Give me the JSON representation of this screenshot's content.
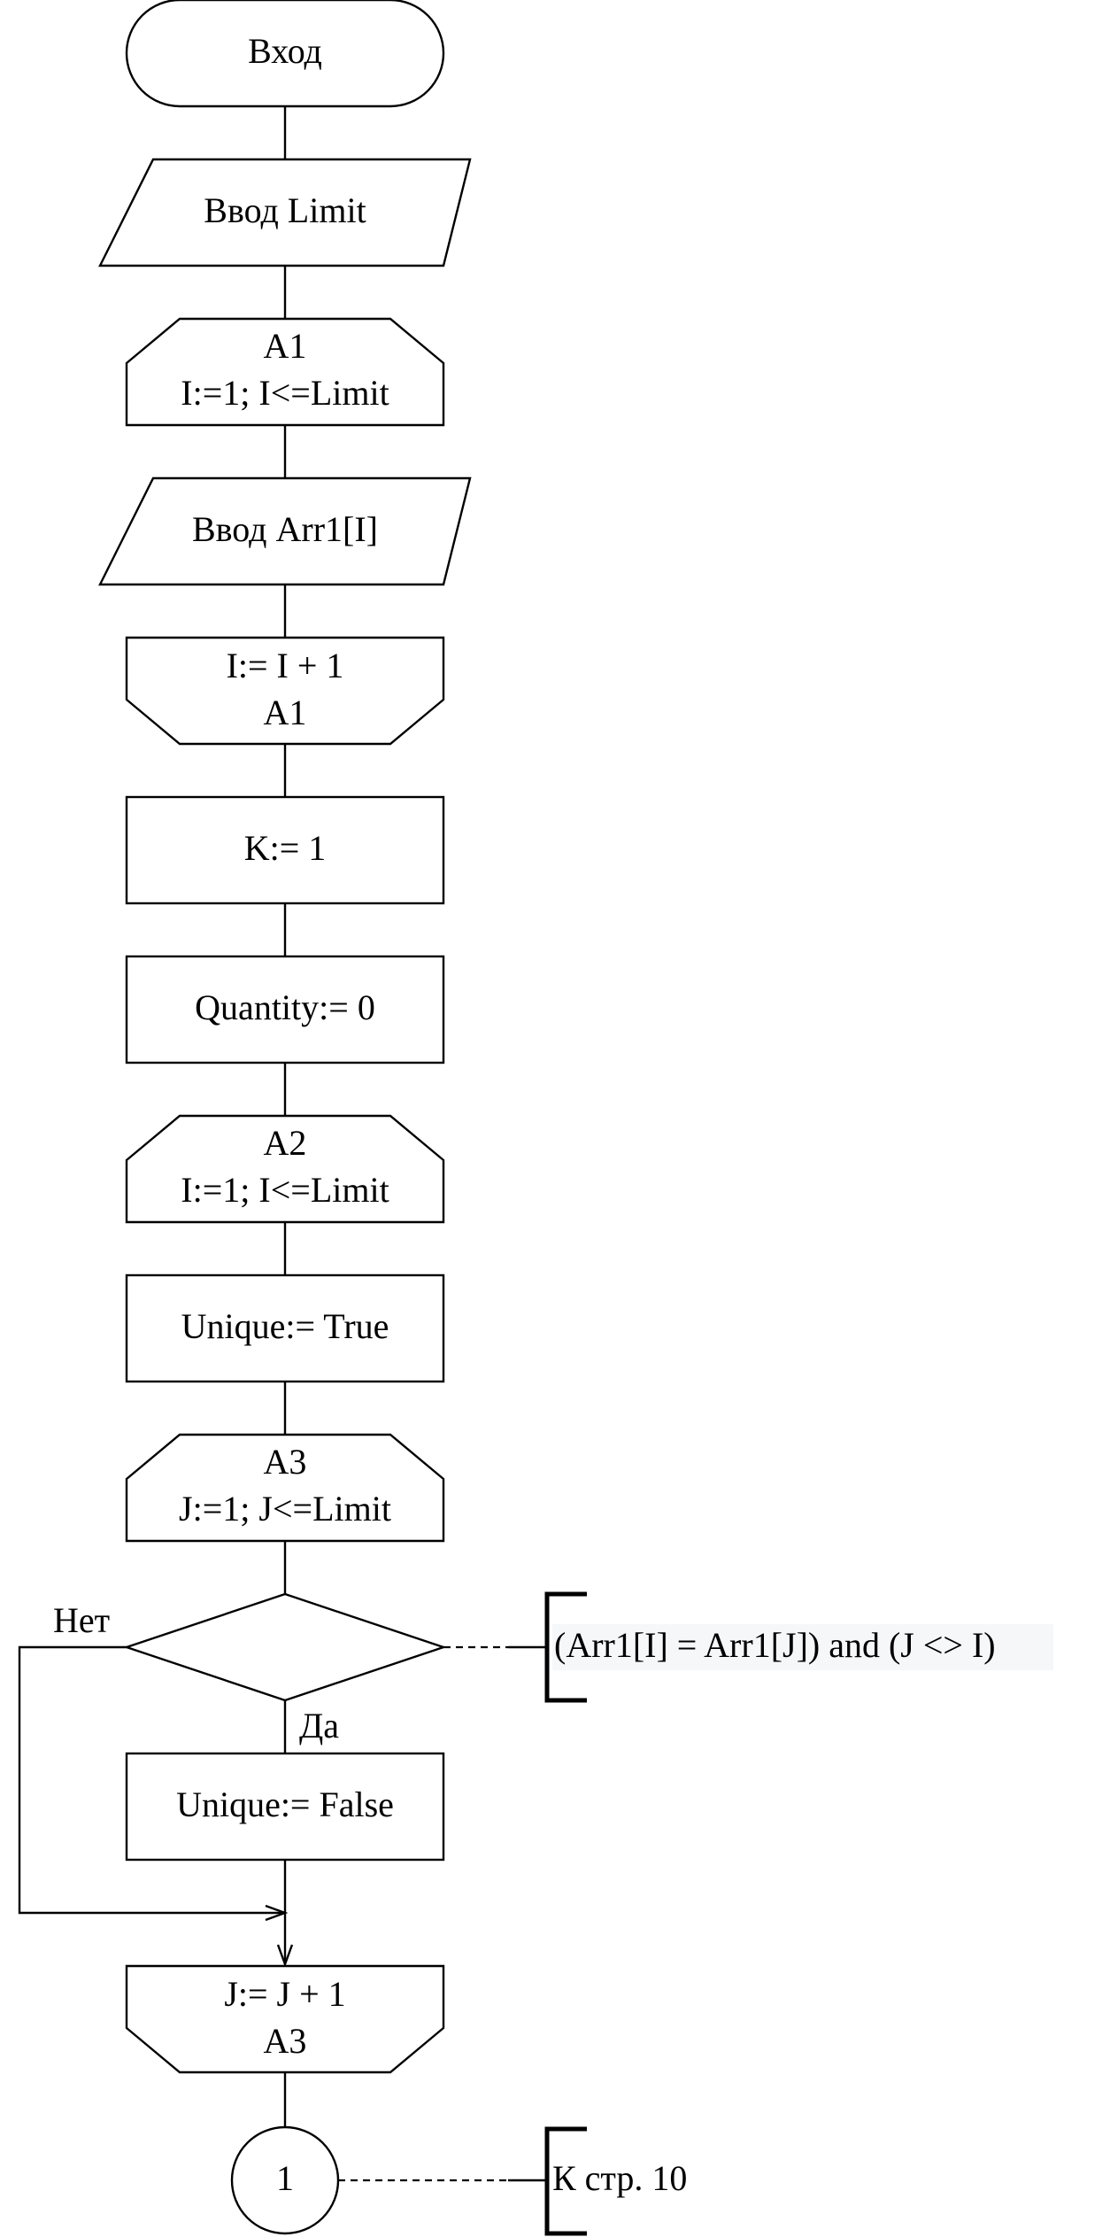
{
  "blocks": {
    "start": "Вход",
    "input_limit": "Ввод Limit",
    "loop_a1_begin": [
      "A1",
      "I:=1; I<=Limit"
    ],
    "input_arr": "Ввод Arr1[I]",
    "loop_a1_end": [
      "I:= I + 1",
      "A1"
    ],
    "assign_k": "K:= 1",
    "assign_quantity": "Quantity:= 0",
    "loop_a2_begin": [
      "A2",
      "I:=1; I<=Limit"
    ],
    "assign_unique_true": "Unique:= True",
    "loop_a3_begin": [
      "A3",
      "J:=1; J<=Limit"
    ],
    "decision_comment": "(Arr1[I] = Arr1[J]) and (J <> I)",
    "branch_no": "Нет",
    "branch_yes": "Да",
    "assign_unique_false": "Unique:= False",
    "loop_a3_end": [
      "J:= J + 1",
      "A3"
    ],
    "connector": "1",
    "connector_comment": "К стр. 10"
  }
}
